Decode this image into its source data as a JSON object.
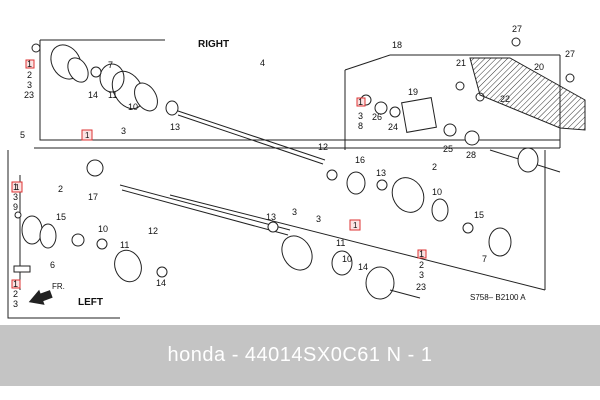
{
  "diagram": {
    "labels": {
      "right": "RIGHT",
      "left": "LEFT",
      "fr": "FR.",
      "code": "S758– B2100 A"
    },
    "callouts": [
      "1",
      "2",
      "3",
      "4",
      "5",
      "6",
      "7",
      "8",
      "9",
      "10",
      "11",
      "12",
      "13",
      "14",
      "15",
      "16",
      "17",
      "18",
      "19",
      "20",
      "21",
      "22",
      "23",
      "24",
      "25",
      "26",
      "27",
      "28"
    ],
    "ref_stacks": {
      "top_left": [
        "1",
        "2",
        "3",
        "23"
      ],
      "mid_left": [
        "1",
        "3",
        "9"
      ],
      "bottom_left": [
        "1",
        "2",
        "3"
      ],
      "knuckle": [
        "1",
        "3",
        "8"
      ],
      "bottom_right": [
        "1",
        "2",
        "3",
        "23"
      ]
    },
    "ref_boxes": [
      "1",
      "1",
      "1"
    ]
  },
  "footer": {
    "caption": "honda - 44014SX0C61     N - 1"
  }
}
